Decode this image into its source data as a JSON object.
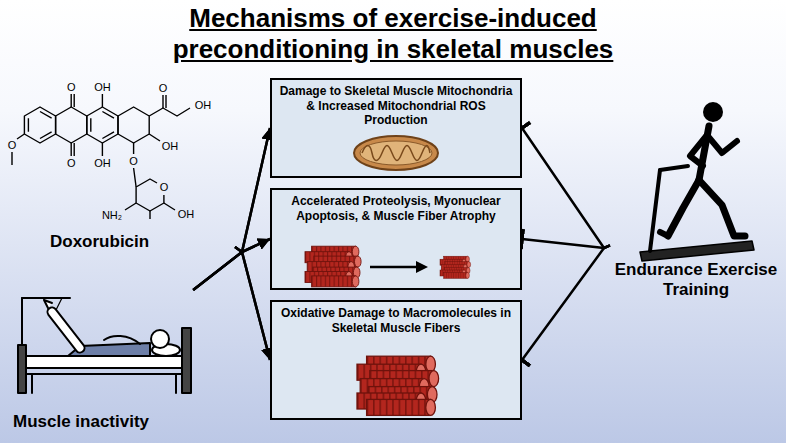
{
  "diagram": {
    "title": "Mechanisms of exercise-induced preconditioning in skeletal muscles",
    "nodes": [
      {
        "text": [
          "Doxorubicin"
        ]
      },
      {
        "text": [
          "Muscle inactivity"
        ]
      },
      {
        "text": [
          "Damage to Skeletal Muscle Mitochondria & Increased Mitochondrial ROS Production"
        ]
      },
      {
        "text": [
          "Accelerated Proteolysis, Myonuclear Apoptosis, & Muscle Fiber Atrophy"
        ]
      },
      {
        "text": [
          "Oxidative Damage to Macromolecules in Skeletal Muscle Fibers"
        ]
      },
      {
        "text": [
          "Endurance Exercise Training"
        ]
      }
    ],
    "edges": [
      {
        "from": 0,
        "to": 2,
        "arrow": "to"
      },
      {
        "from": 0,
        "to": 3,
        "arrow": "to"
      },
      {
        "from": 0,
        "to": 4,
        "arrow": "to"
      },
      {
        "from": 1,
        "to": 2,
        "arrow": "to"
      },
      {
        "from": 1,
        "to": 3,
        "arrow": "to"
      },
      {
        "from": 1,
        "to": 4,
        "arrow": "to"
      },
      {
        "from": 5,
        "to": 2,
        "arrow": "to"
      },
      {
        "from": 5,
        "to": 3,
        "arrow": "to"
      },
      {
        "from": 5,
        "to": 4,
        "arrow": "to"
      }
    ],
    "labels": [
      "O",
      "OH",
      "O",
      "OH",
      "OH",
      "O",
      "O",
      "OH",
      "O",
      "O",
      "OH",
      "NH₂"
    ]
  }
}
